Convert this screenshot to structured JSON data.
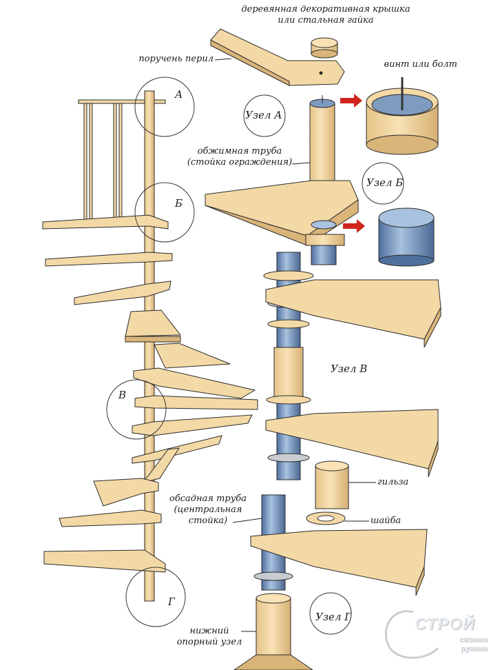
{
  "labels": {
    "cap": "деревянная декоративная крышка",
    "cap2": "или стальная гайка",
    "handrail": "поручень перил",
    "screw": "винт или болт",
    "crimp_tube": "обжимная труба",
    "crimp_tube2": "(стойка ограждения)",
    "casing_tube": "обсадная труба",
    "casing_tube2": "(центральная",
    "casing_tube3": "стойка)",
    "sleeve": "гильза",
    "washer": "шайба",
    "bottom_node": "нижний",
    "bottom_node2": "опорный узел"
  },
  "circles": {
    "a": "А",
    "b": "Б",
    "v": "В",
    "g": "Г"
  },
  "nodes": {
    "a": "Узел А",
    "b": "Узел Б",
    "v": "Узел В",
    "g": "Узел Г"
  },
  "watermark": {
    "brand": "СТРОЙ",
    "line1": "своими",
    "line2": "руками"
  },
  "colors": {
    "wood": "#f3d9a6",
    "wood_dark": "#d9b57a",
    "steel": "#7f9cc0",
    "steel_dark": "#4f6f9c",
    "outline": "#2a2a2a",
    "arrow": "#d0251c"
  },
  "icons": [
    "circle-zoom-icon",
    "red-arrow-icon",
    "screw-icon"
  ]
}
